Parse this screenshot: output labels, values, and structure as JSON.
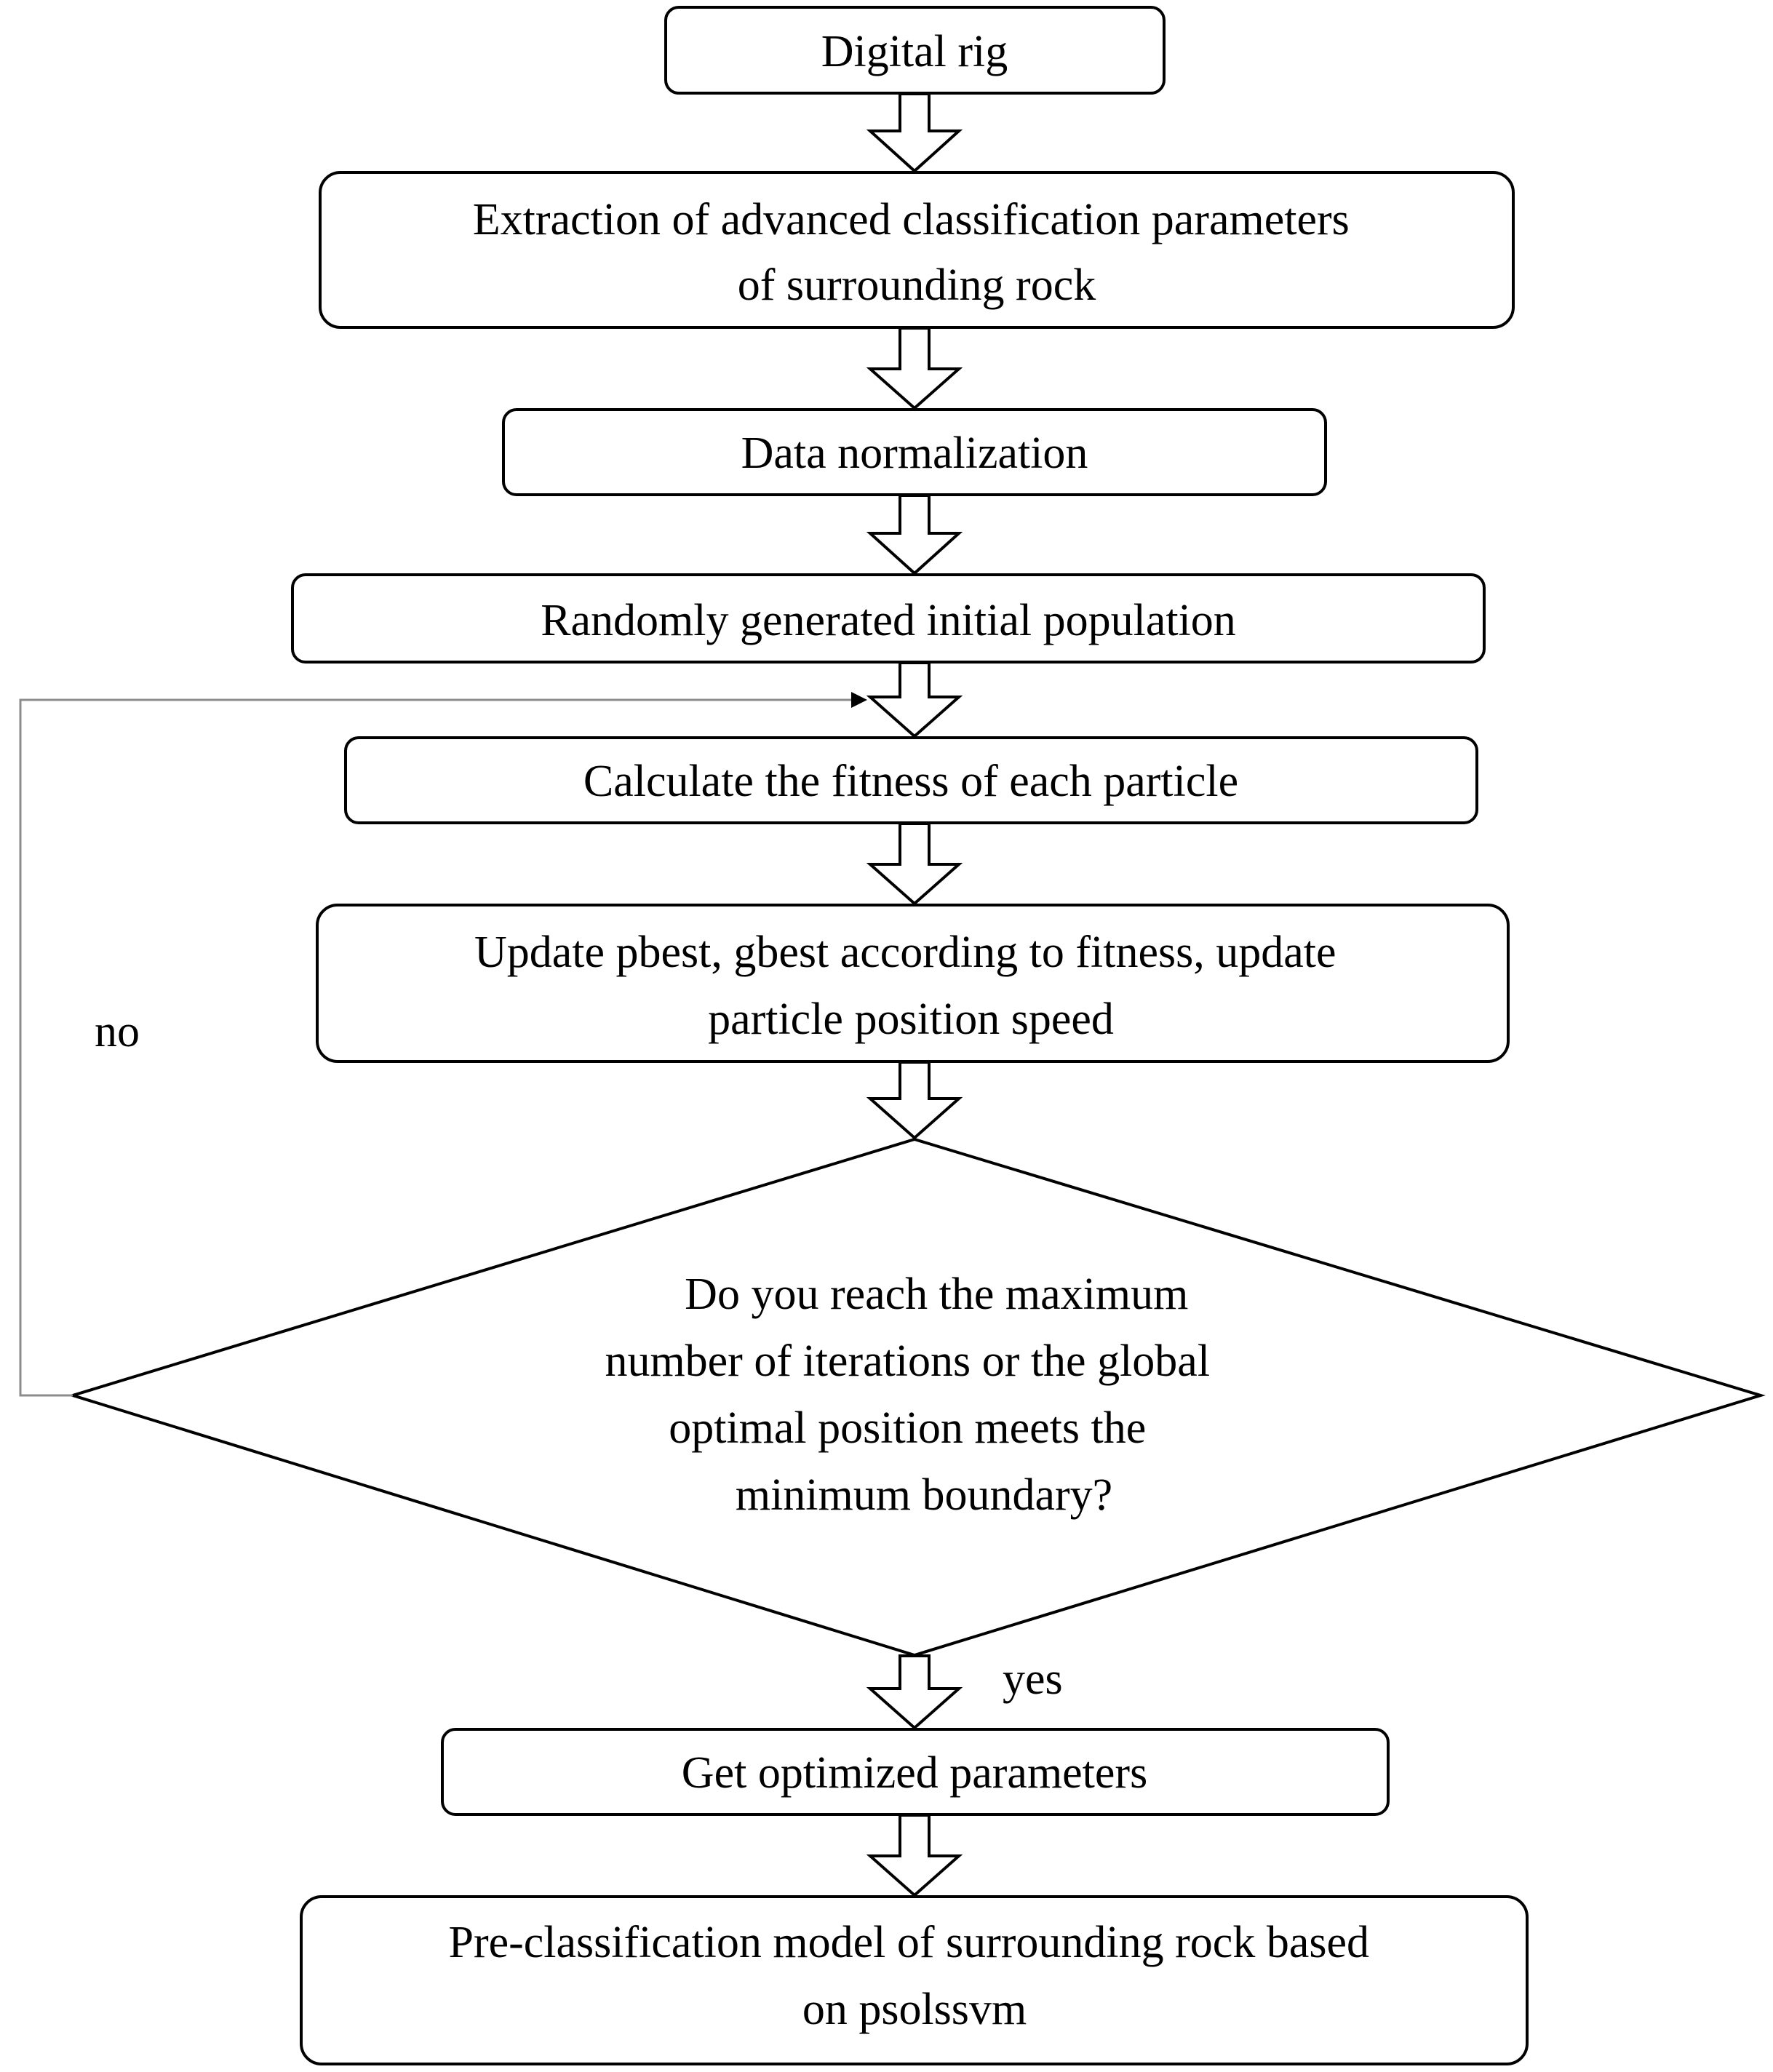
{
  "nodes": [
    {
      "id": "digital-rig",
      "lines": [
        "Digital rig"
      ]
    },
    {
      "id": "extraction",
      "lines": [
        "Extraction of advanced classification parameters",
        "of surrounding rock"
      ]
    },
    {
      "id": "normalization",
      "lines": [
        "Data normalization"
      ]
    },
    {
      "id": "initial-population",
      "lines": [
        "Randomly generated initial population"
      ]
    },
    {
      "id": "fitness",
      "lines": [
        "Calculate the fitness of each particle"
      ]
    },
    {
      "id": "update",
      "lines": [
        "Update pbest, gbest according to fitness, update",
        "particle position speed"
      ]
    },
    {
      "id": "decision",
      "lines": [
        "Do you reach the maximum",
        "number of iterations or the global",
        "optimal position meets the",
        "minimum boundary?"
      ]
    },
    {
      "id": "optimized",
      "lines": [
        "Get optimized parameters"
      ]
    },
    {
      "id": "model",
      "lines": [
        "Pre-classification model of surrounding rock based",
        "on psolssvm"
      ]
    }
  ],
  "branch_labels": {
    "no": "no",
    "yes": "yes"
  }
}
